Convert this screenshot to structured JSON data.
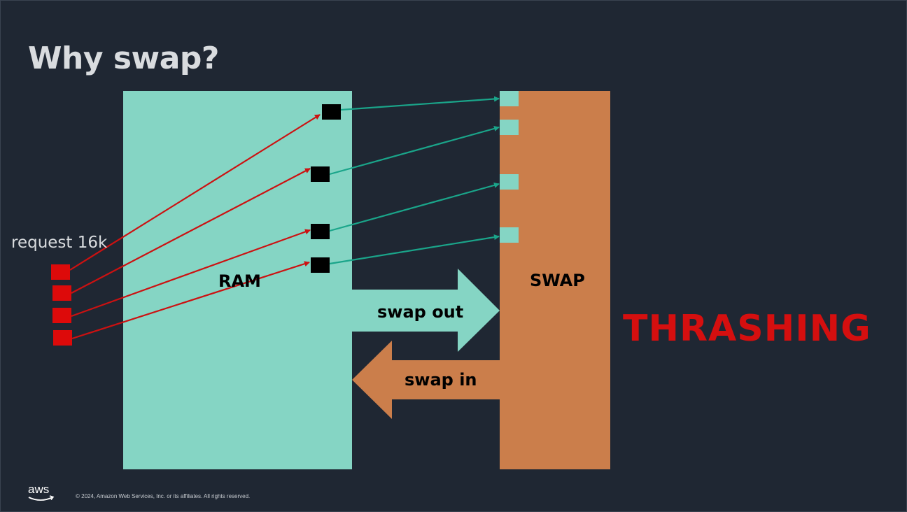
{
  "slide": {
    "title": "Why swap?",
    "ram_label": "RAM",
    "swap_label": "SWAP",
    "swap_out_label": "swap out",
    "swap_in_label": "swap in",
    "request_label": "request 16k",
    "thrashing_label": "THRASHING",
    "logo_text": "aws",
    "copyright": "© 2024, Amazon Web Services, Inc. or its affiliates. All rights reserved."
  },
  "colors": {
    "background": "#1f2733",
    "ram": "#85d5c4",
    "swap": "#cb7e4b",
    "request": "#dd0a0a",
    "page": "#000000",
    "request_arrow": "#cc1111",
    "swap_arrow": "#1aa58a",
    "thrashing": "#d50f0f"
  }
}
